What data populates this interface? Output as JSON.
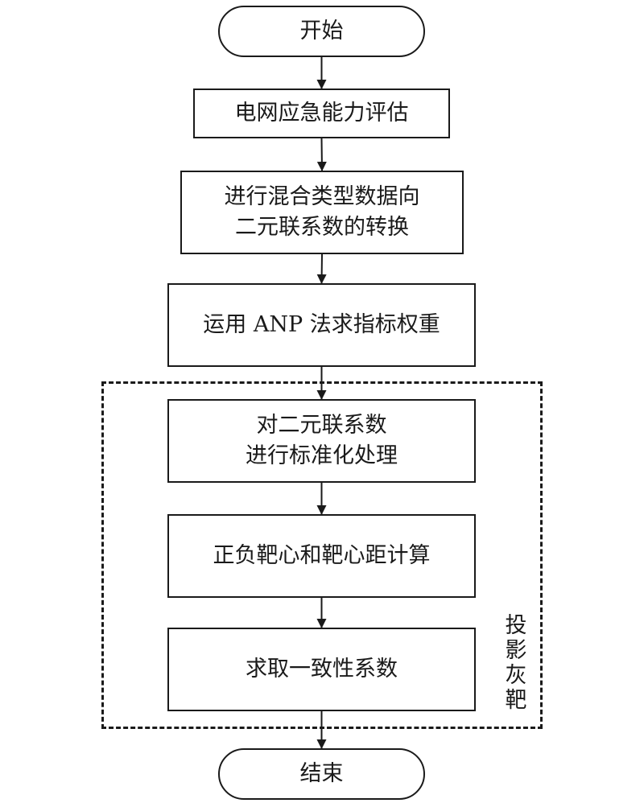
{
  "flowchart": {
    "nodes": [
      {
        "id": "start",
        "shape": "terminal",
        "lines": [
          "开始"
        ]
      },
      {
        "id": "evaluate",
        "shape": "process",
        "lines": [
          "电网应急能力评估"
        ]
      },
      {
        "id": "convert",
        "shape": "process",
        "lines": [
          "进行混合类型数据向",
          "二元联系数的转换"
        ]
      },
      {
        "id": "anp",
        "shape": "process",
        "lines": [
          "运用 ANP 法求指标权重"
        ]
      },
      {
        "id": "normalize",
        "shape": "process",
        "lines": [
          "对二元联系数",
          "进行标准化处理"
        ]
      },
      {
        "id": "bullseye",
        "shape": "process",
        "lines": [
          "正负靶心和靶心距计算"
        ]
      },
      {
        "id": "consistency",
        "shape": "process",
        "lines": [
          "求取一致性系数"
        ]
      },
      {
        "id": "end",
        "shape": "terminal",
        "lines": [
          "结束"
        ]
      }
    ],
    "edges": [
      {
        "from": "start",
        "to": "evaluate"
      },
      {
        "from": "evaluate",
        "to": "convert"
      },
      {
        "from": "convert",
        "to": "anp"
      },
      {
        "from": "anp",
        "to": "normalize"
      },
      {
        "from": "normalize",
        "to": "bullseye"
      },
      {
        "from": "bullseye",
        "to": "consistency"
      },
      {
        "from": "consistency",
        "to": "end"
      }
    ],
    "group": {
      "label_chars": [
        "投",
        "影",
        "灰",
        "靶"
      ],
      "border_style": "dashed",
      "members": [
        "normalize",
        "bullseye",
        "consistency"
      ]
    },
    "colors": {
      "stroke": "#1a1a1a",
      "background": "#ffffff"
    }
  }
}
